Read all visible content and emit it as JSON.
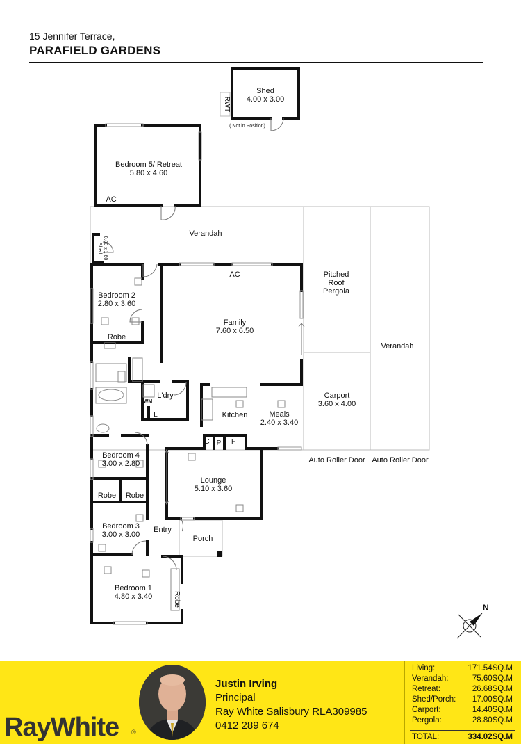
{
  "header": {
    "address": "15 Jennifer Terrace,",
    "suburb": "PARAFIELD GARDENS"
  },
  "rooms": {
    "shed": {
      "name": "Shed",
      "dims": "4.00 x 3.00"
    },
    "rwt": "RWT",
    "not_in_position": "( Not in Position)",
    "bed5": {
      "name": "Bedroom 5/ Retreat",
      "dims": "5.80 x 4.60"
    },
    "ac_bed5": "AC",
    "verandah_top": "Verandah",
    "small_shed": {
      "name": "Shed",
      "dims": "0.80 x 1.60"
    },
    "bed2": {
      "name": "Bedroom 2",
      "dims": "2.80 x 3.60"
    },
    "robe_bed2": "Robe",
    "ac_family": "AC",
    "family": {
      "name": "Family",
      "dims": "7.60 x 6.50"
    },
    "pergola": {
      "line1": "Pitched",
      "line2": "Roof",
      "line3": "Pergola"
    },
    "verandah_right": "Verandah",
    "linen": "L",
    "laundry": "L'dry",
    "wm": "WM",
    "linen2": "L",
    "kitchen": "Kitchen",
    "meals": {
      "name": "Meals",
      "dims": "2.40 x 3.40"
    },
    "carport": {
      "name": "Carport",
      "dims": "3.60 x 4.00"
    },
    "cpf": {
      "c": "C",
      "p": "P",
      "f": "F"
    },
    "bed4": {
      "name": "Bedroom 4",
      "dims": "3.00 x 2.80"
    },
    "roller1": "Auto Roller Door",
    "roller2": "Auto Roller Door",
    "lounge": {
      "name": "Lounge",
      "dims": "5.10 x 3.60"
    },
    "robe_bed4": "Robe",
    "robe_bed3": "Robe",
    "bed3": {
      "name": "Bedroom 3",
      "dims": "3.00 x 3.00"
    },
    "entry": "Entry",
    "porch": "Porch",
    "bed1": {
      "name": "Bedroom 1",
      "dims": "4.80 x 3.40"
    },
    "robe_bed1": "Robe",
    "north": "N"
  },
  "agent": {
    "name": "Justin Irving",
    "role": "Principal",
    "office": "Ray White Salisbury RLA309985",
    "phone": "0412 289 674"
  },
  "brand": {
    "logo": "RayWhite",
    "registered": "®",
    "color": "#ffe616"
  },
  "areas": [
    {
      "label": "Living:",
      "value": "171.54SQ.M"
    },
    {
      "label": "Verandah:",
      "value": "75.60SQ.M"
    },
    {
      "label": "Retreat:",
      "value": "26.68SQ.M"
    },
    {
      "label": "Shed/Porch:",
      "value": "17.00SQ.M"
    },
    {
      "label": "Carport:",
      "value": "14.40SQ.M"
    },
    {
      "label": "Pergola:",
      "value": "28.80SQ.M"
    }
  ],
  "total": {
    "label": "TOTAL:",
    "value": "334.02SQ.M"
  }
}
